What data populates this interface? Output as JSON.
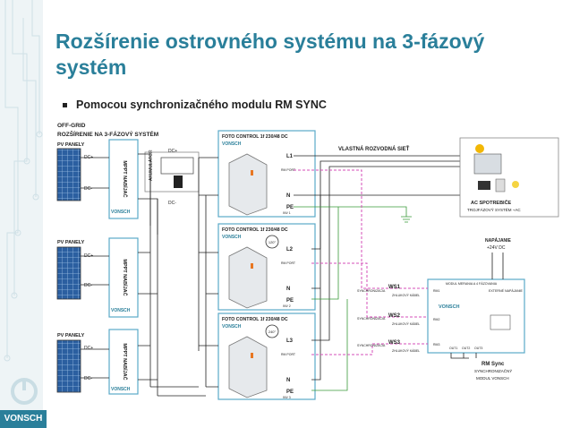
{
  "slide": {
    "title": "Rozšírenie ostrovného systému na 3-fázový systém",
    "bullet": "Pomocou synchronizačného modulu RM SYNC",
    "logo": "VONSCH"
  },
  "diagram": {
    "header_line1": "OFF-GRID",
    "header_line2": "ROZŠÍRENIE NA 3-FÁZOVÝ SYSTÉM",
    "pv_label": "PV PANELY",
    "dc_plus": "DC+",
    "dc_minus": "DC-",
    "mppt_label": "MPPT NABÍJAČ",
    "brand": "VONSCH",
    "accumulator": "AKUMULÁTOR",
    "inverter_title": "FOTO CONTROL 1f 230/48 DC",
    "rm_port": "RM PORT",
    "grid_label": "VLASTNÁ ROZVODNÁ SIEŤ",
    "consumers_title": "AC SPOTREBIČE",
    "consumers_sub": "TROJFÁZOVÝ SYSTÉM ~AC",
    "supply_title": "NAPÁJANIE",
    "supply_sub": "+24V DC",
    "sync_label": "SYNCHRONIZÁCIA",
    "module_title": "RM Sync",
    "module_sub1": "SYNCHRONIZAČNÝ",
    "module_sub2": "MODUL VONSCH",
    "module_top_note": "MODUL MERANIA A 4 FÁZOVANIA",
    "ext_supply": "EXTERNÉ NAPÁJANIE",
    "ws_note": "ZHLUKOVÝ KÁBEL",
    "outs": [
      "OUT1",
      "OUT2",
      "OUT3"
    ],
    "units": [
      {
        "line": "L1",
        "n": "N",
        "pe": "PE",
        "inv": "INV 1",
        "angle": "",
        "ws": "WS1",
        "rm": "RM1"
      },
      {
        "line": "L2",
        "n": "N",
        "pe": "PE",
        "inv": "INV 2",
        "angle": "120°",
        "ws": "WS2",
        "rm": "RM2"
      },
      {
        "line": "L3",
        "n": "N",
        "pe": "PE",
        "inv": "INV 3",
        "angle": "240°",
        "ws": "WS3",
        "rm": "RM3"
      }
    ],
    "colors": {
      "teal": "#2a7f9a",
      "pink": "#d44fb8",
      "frame": "#5aa9c9",
      "panel": "#1f5c99"
    }
  }
}
